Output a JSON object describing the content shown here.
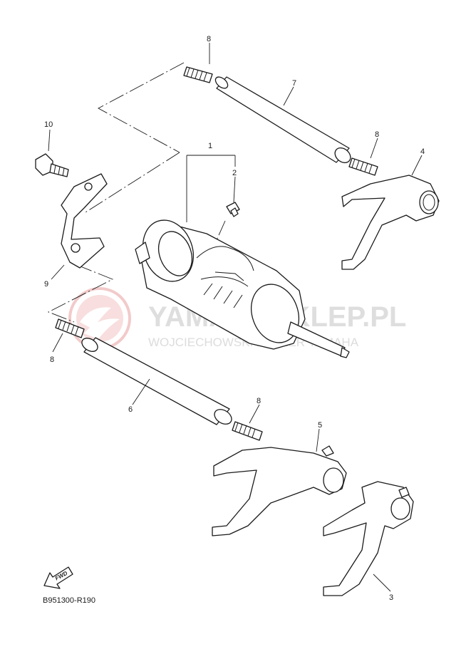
{
  "diagram_code": "B951300-R190",
  "fwd_label": "FWD",
  "watermark": {
    "title": "YAMAHASKLEP.PL",
    "subtitle": "WOJCIECHOWSKI DEALER YAMAHA"
  },
  "callouts": [
    {
      "id": "c1",
      "label": "1"
    },
    {
      "id": "c2",
      "label": "2"
    },
    {
      "id": "c3",
      "label": "3"
    },
    {
      "id": "c4",
      "label": "4"
    },
    {
      "id": "c5",
      "label": "5"
    },
    {
      "id": "c6",
      "label": "6"
    },
    {
      "id": "c7",
      "label": "7"
    },
    {
      "id": "c8a",
      "label": "8"
    },
    {
      "id": "c8b",
      "label": "8"
    },
    {
      "id": "c8c",
      "label": "8"
    },
    {
      "id": "c8d",
      "label": "8"
    },
    {
      "id": "c9",
      "label": "9"
    },
    {
      "id": "c10",
      "label": "10"
    }
  ],
  "colors": {
    "line": "#1a1a1a",
    "watermark_logo": "#e8a0a0",
    "watermark_text": "#d9d9d9"
  }
}
